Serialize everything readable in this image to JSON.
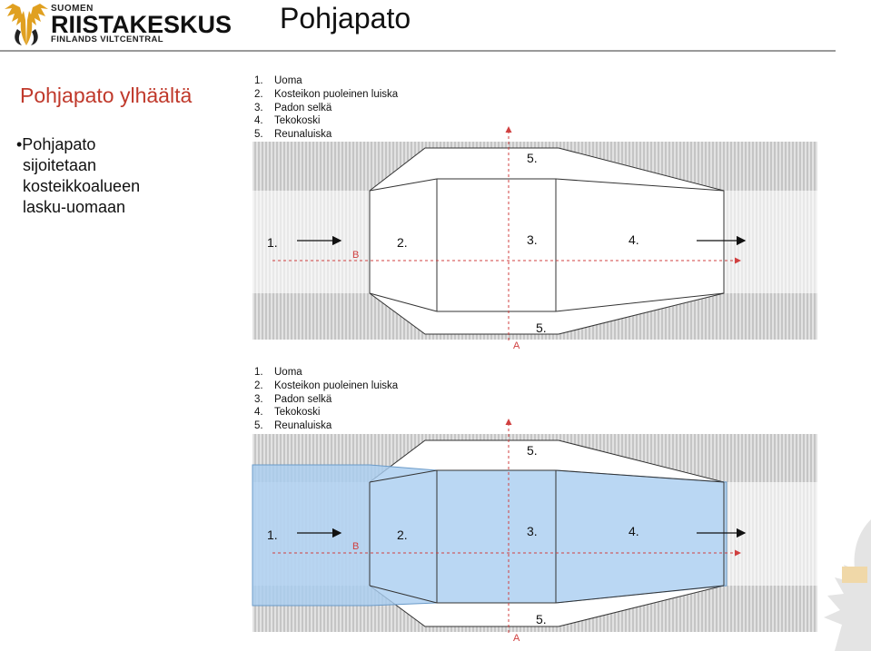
{
  "logo": {
    "top_text": "SUOMEN",
    "main_text": "RIISTAKESKUS",
    "sub_text": "FINLANDS VILTCENTRAL"
  },
  "title": "Pohjapato",
  "subtitle": "Pohjapato ylhäältä",
  "bullet": {
    "line1": "•Pohjapato",
    "line2": "sijoitetaan",
    "line3": "kosteikkoalueen",
    "line4": "lasku-uomaan"
  },
  "legend": [
    {
      "num": "1.",
      "text": "Uoma"
    },
    {
      "num": "2.",
      "text": "Kosteikon puoleinen luiska"
    },
    {
      "num": "3.",
      "text": "Padon selkä"
    },
    {
      "num": "4.",
      "text": "Tekokoski"
    },
    {
      "num": "5.",
      "text": "Reunaluiska"
    }
  ],
  "diagram_labels": {
    "l1": "1.",
    "l2": "2.",
    "l3": "3.",
    "l4": "4.",
    "l5": "5.",
    "section_b": "B",
    "section_a": "A"
  },
  "colors": {
    "water": "#a9cdf0",
    "red_line": "#d04040",
    "logo_gold": "#e0a020"
  },
  "icons": {
    "logo": "antler-logo-icon",
    "flow_arrow": "arrow-right-icon"
  }
}
